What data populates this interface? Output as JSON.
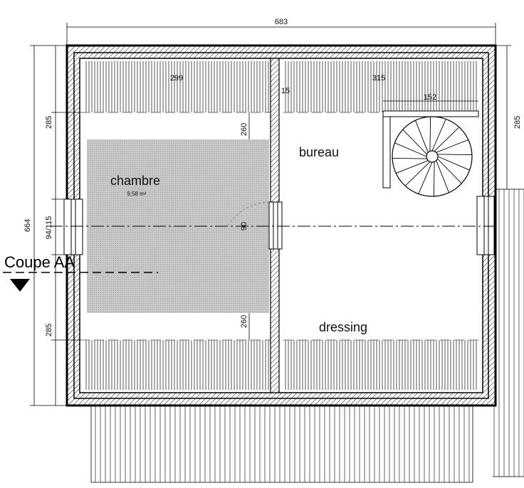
{
  "plan": {
    "overall_width": "683",
    "overall_depth": "664",
    "rooms": {
      "chambre": {
        "name": "chambre",
        "area": "9,58 m²",
        "low_height_top": "260",
        "low_height_bottom": "260",
        "door": "90"
      },
      "bureau": {
        "name": "bureau"
      },
      "dressing": {
        "name": "dressing"
      }
    },
    "dims": {
      "chambre_width": "299",
      "wall_thickness": "15",
      "bureau_width": "315",
      "stair_width": "152",
      "left_top_zone": "285",
      "left_bottom_zone": "285",
      "left_window": "94/115",
      "right_top_zone": "285"
    },
    "section_cut": {
      "label": "Coupe AA"
    }
  }
}
